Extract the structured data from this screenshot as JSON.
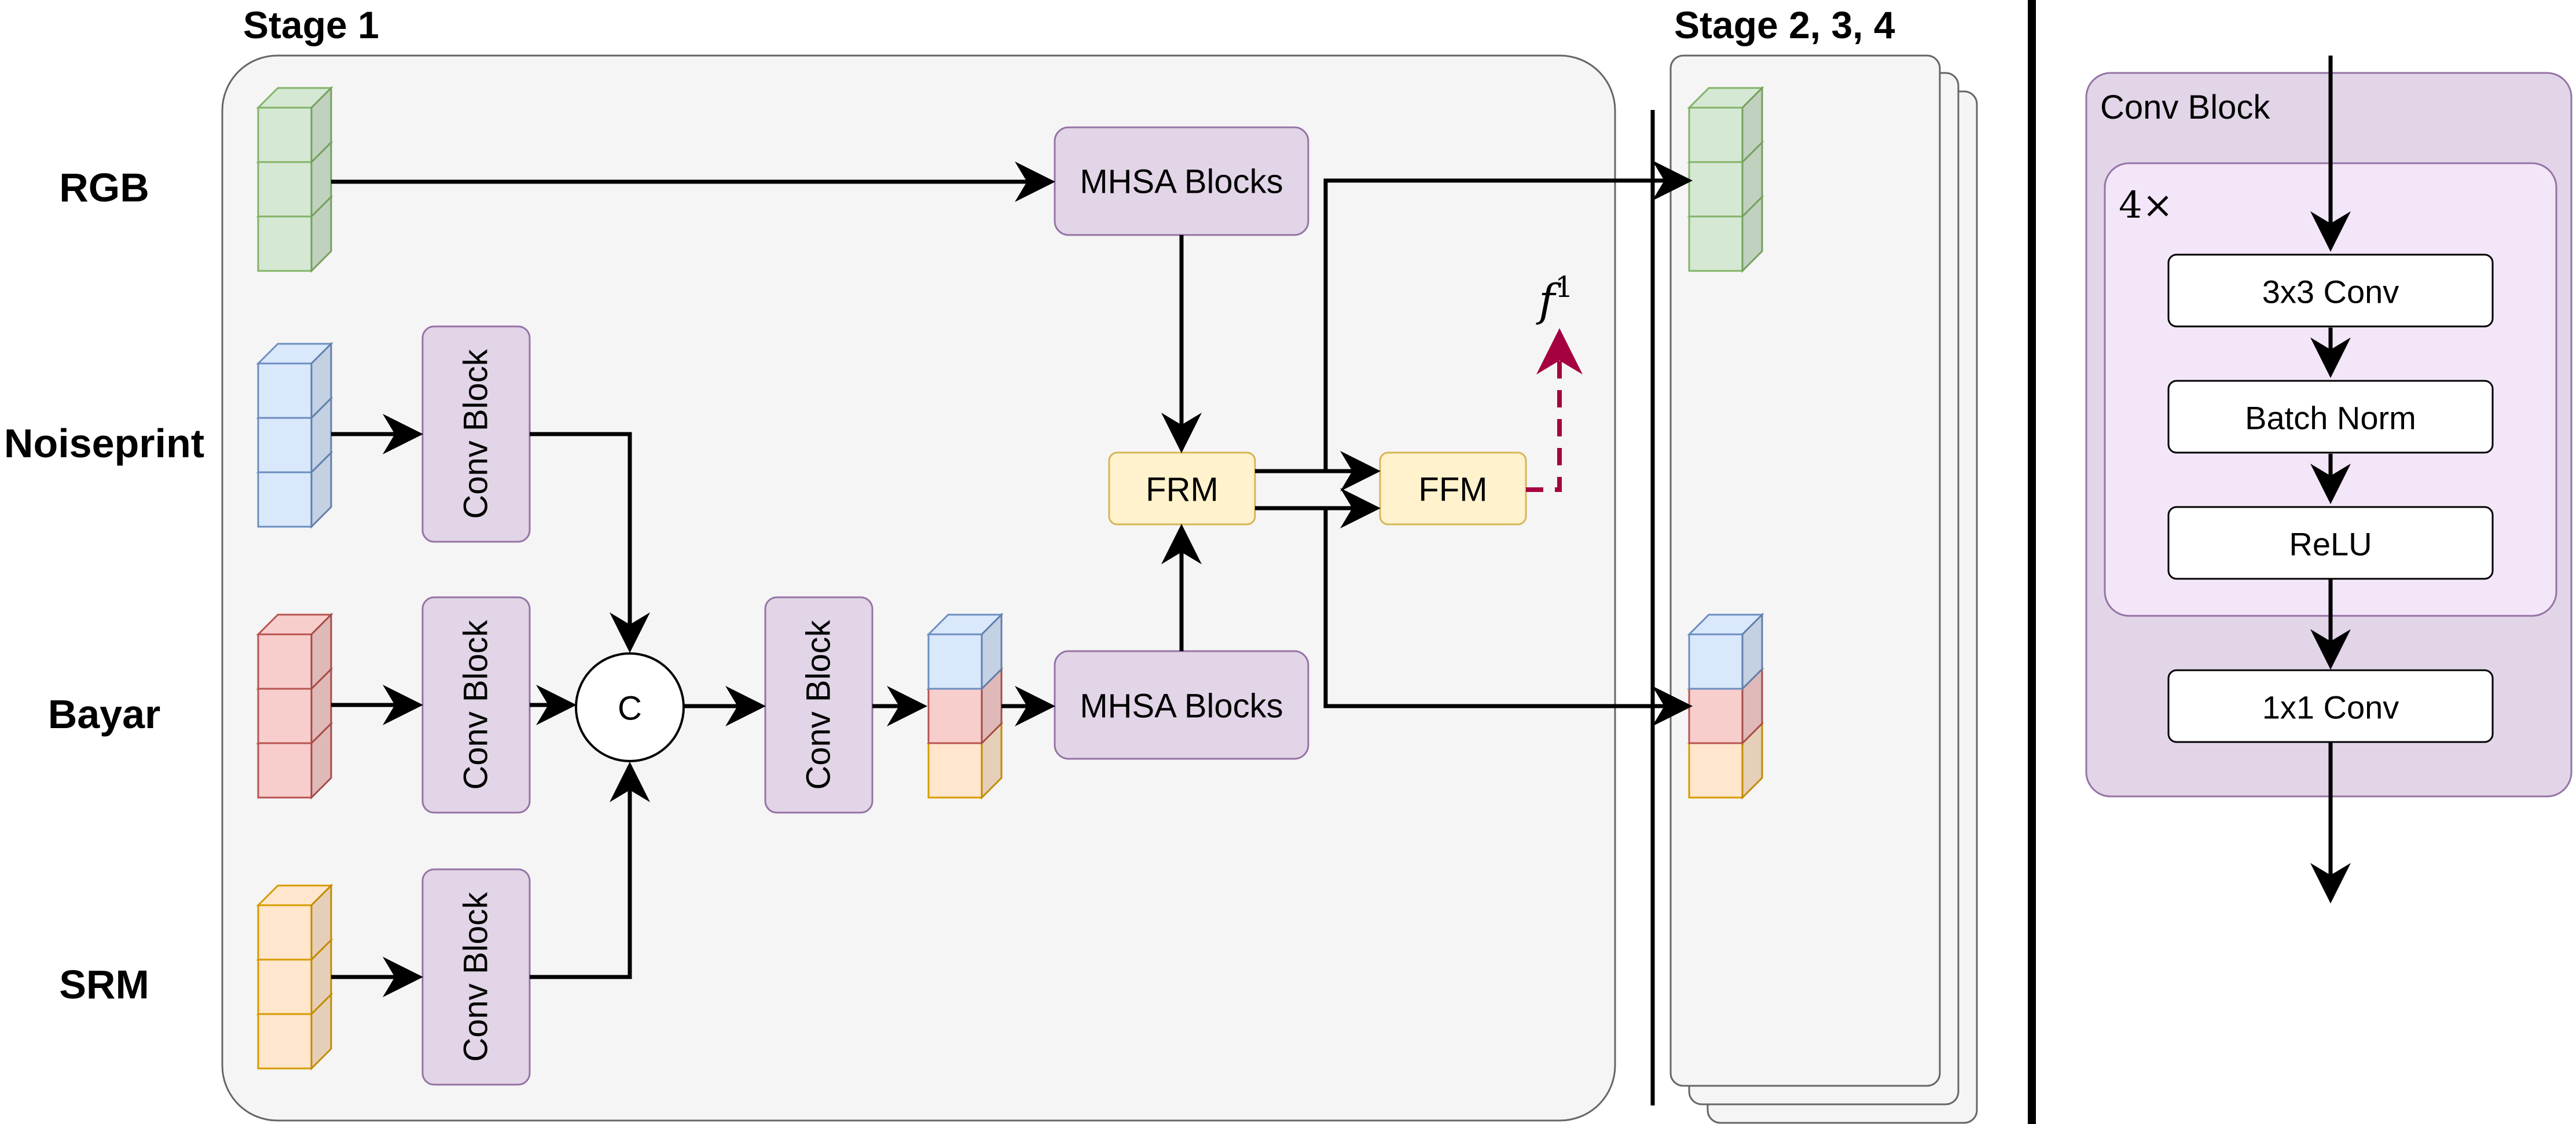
{
  "stage1": {
    "title": "Stage 1"
  },
  "stages234": {
    "title": "Stage 2, 3, 4"
  },
  "inputs": {
    "rgb": "RGB",
    "noiseprint": "Noiseprint",
    "bayar": "Bayar",
    "srm": "SRM"
  },
  "blocks": {
    "conv_block": "Conv Block",
    "concat": "C",
    "mhsa": "MHSA Blocks",
    "frm": "FRM",
    "ffm": "FFM",
    "output_base": "f",
    "output_sup": "1"
  },
  "conv_block_detail": {
    "title": "Conv Block",
    "repeat": "4×",
    "layers": [
      "3x3 Conv",
      "Batch Norm",
      "ReLU"
    ],
    "final": "1x1 Conv"
  },
  "colors": {
    "green": "#d5e8d4",
    "green_stroke": "#82b366",
    "blue": "#dae8fc",
    "blue_stroke": "#6c8ebf",
    "red": "#f8cecc",
    "red_stroke": "#b85450",
    "orange": "#ffe6cc",
    "orange_stroke": "#d79b00",
    "purple": "#e1d5e7",
    "purple_stroke": "#9673a6",
    "yellow": "#fff2cc",
    "yellow_stroke": "#d6b656",
    "panel": "#f5f5f5",
    "panel_stroke": "#666666",
    "dashed": "#a50040"
  }
}
